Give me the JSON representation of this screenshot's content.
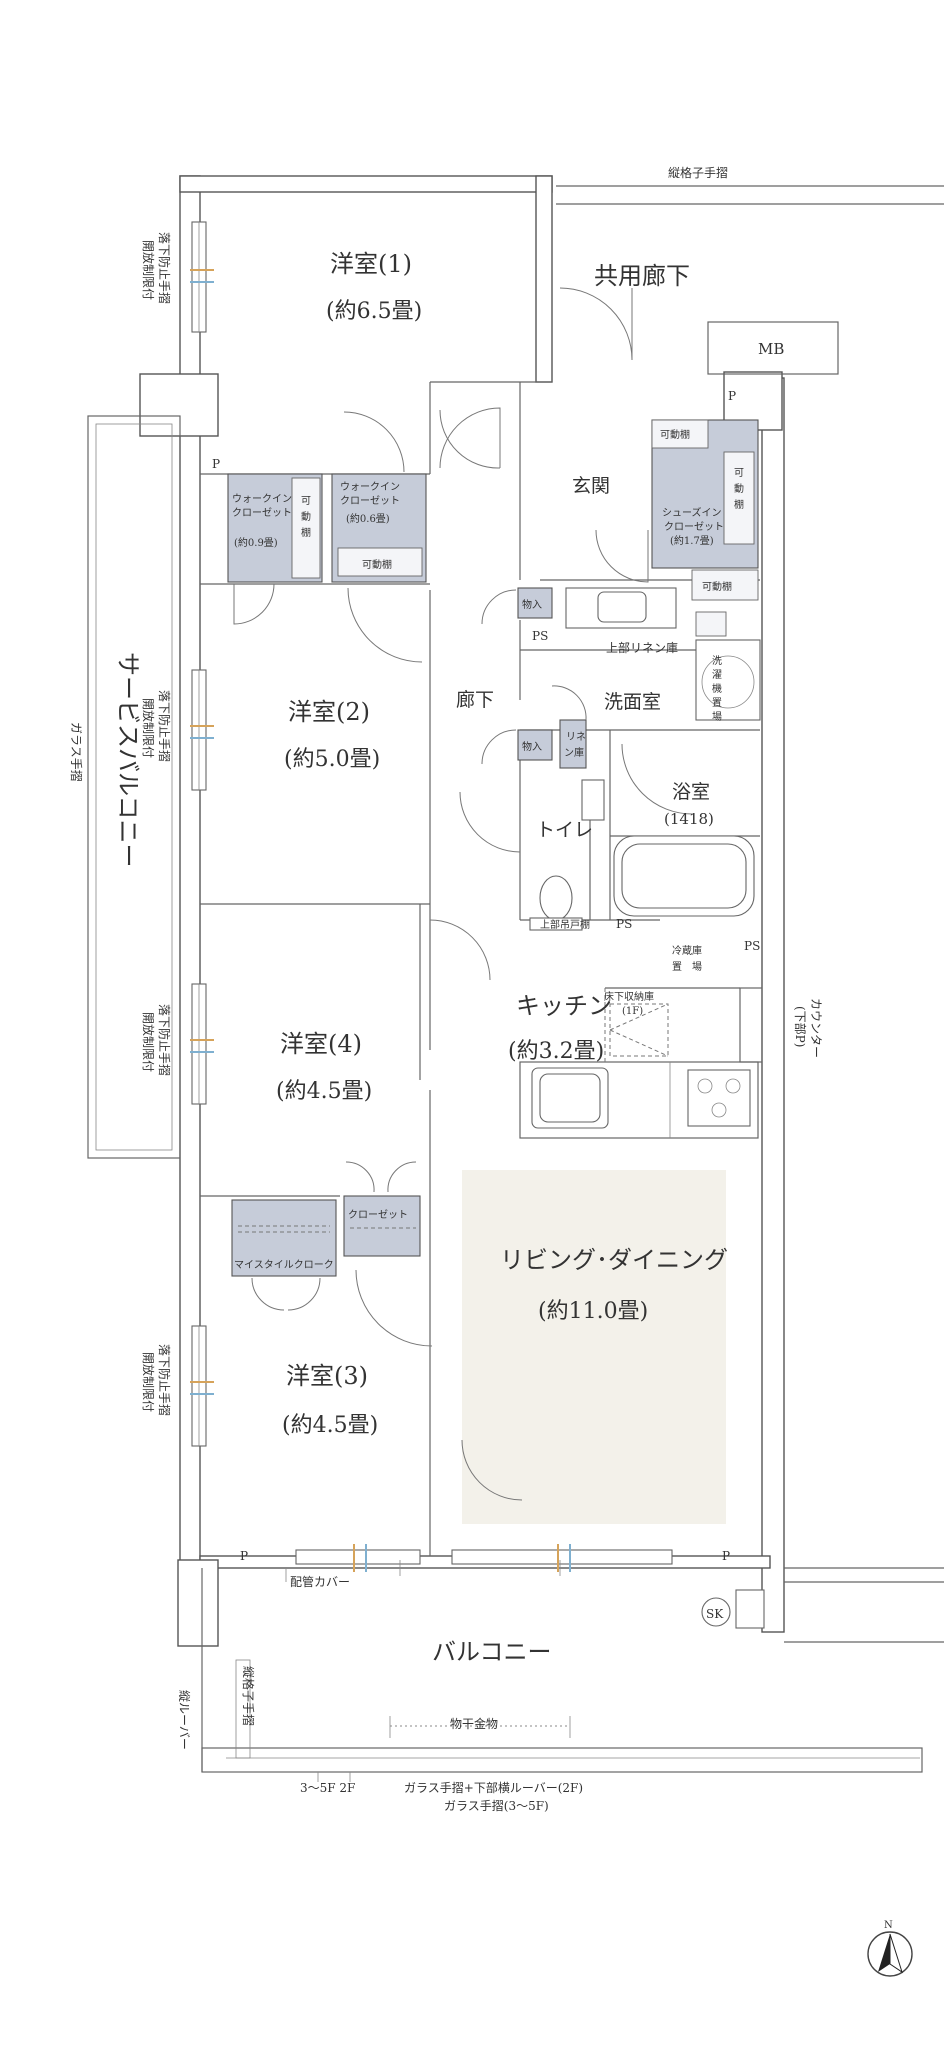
{
  "rooms": {
    "western1": {
      "name": "洋室(1)",
      "size": "(約6.5畳)"
    },
    "western2": {
      "name": "洋室(2)",
      "size": "(約5.0畳)"
    },
    "western4": {
      "name": "洋室(4)",
      "size": "(約4.5畳)"
    },
    "western3": {
      "name": "洋室(3)",
      "size": "(約4.5畳)"
    },
    "kitchen": {
      "name": "キッチン",
      "size": "(約3.2畳)"
    },
    "living": {
      "name": "リビング･ダイニング",
      "size": "(約11.0畳)"
    },
    "entrance": {
      "name": "玄関"
    },
    "hallway": {
      "name": "廊下"
    },
    "washroom": {
      "name": "洗面室"
    },
    "bath": {
      "name": "浴室",
      "size": "(1418)"
    },
    "toilet": {
      "name": "トイレ"
    },
    "common_corridor": "共用廊下",
    "balcony": "バルコニー",
    "service_balcony": "サービスバルコニー"
  },
  "storage": {
    "walkin1_l1": "ウォークイン",
    "walkin1_l2": "クローゼット",
    "walkin1_size": "(約0.9畳)",
    "walkin2_l1": "ウォークイン",
    "walkin2_l2": "クローゼット",
    "walkin2_size": "(約0.6畳)",
    "shoes_l1": "シューズイン",
    "shoes_l2": "クローゼット",
    "shoes_size": "(約1.7畳)",
    "movable_shelf": "可動棚",
    "movable_v1": "可",
    "movable_v2": "動",
    "movable_v3": "棚",
    "closet": "クローゼット",
    "mystyle": "マイスタイルクローク",
    "monoire": "物入",
    "linen_v1": "リネ",
    "linen_v2": "ン庫",
    "upper_linen": "上部リネン庫",
    "washer_1": "洗",
    "washer_2": "濯",
    "washer_3": "機",
    "washer_4": "置",
    "washer_5": "場",
    "upper_hanging": "上部吊戸棚",
    "fridge_1": "冷蔵庫",
    "fridge_2": "置　場",
    "underfloor_1": "床下収納庫",
    "underfloor_2": "(1F)"
  },
  "labels": {
    "mb": "MB",
    "ps": "PS",
    "p": "P",
    "sk": "SK",
    "vertical_rail": "縦格子手摺",
    "glass_rail": "ガラス手摺",
    "fall_guard_1": "落下防止手摺",
    "fall_guard_2": "開放制限付",
    "counter_1": "カウンター",
    "counter_2": "(下部P)",
    "pipe_cover": "配管カバー",
    "vertical_louver": "縦ルーバー",
    "vertical_rail_v": "縦格子手摺",
    "drying_rack": "物干金物",
    "floor_note": "3～5F 2F",
    "glass_note_1": "ガラス手摺+下部横ルーバー(2F)",
    "glass_note_2": "ガラス手摺(3～5F)",
    "north": "N"
  },
  "colors": {
    "storage_fill": "#c6ccd9",
    "living_fill": "#f3f1ea",
    "wall_stroke": "#555555",
    "wood_accent": "#d6a35a",
    "glass_accent": "#7fb0d0"
  }
}
